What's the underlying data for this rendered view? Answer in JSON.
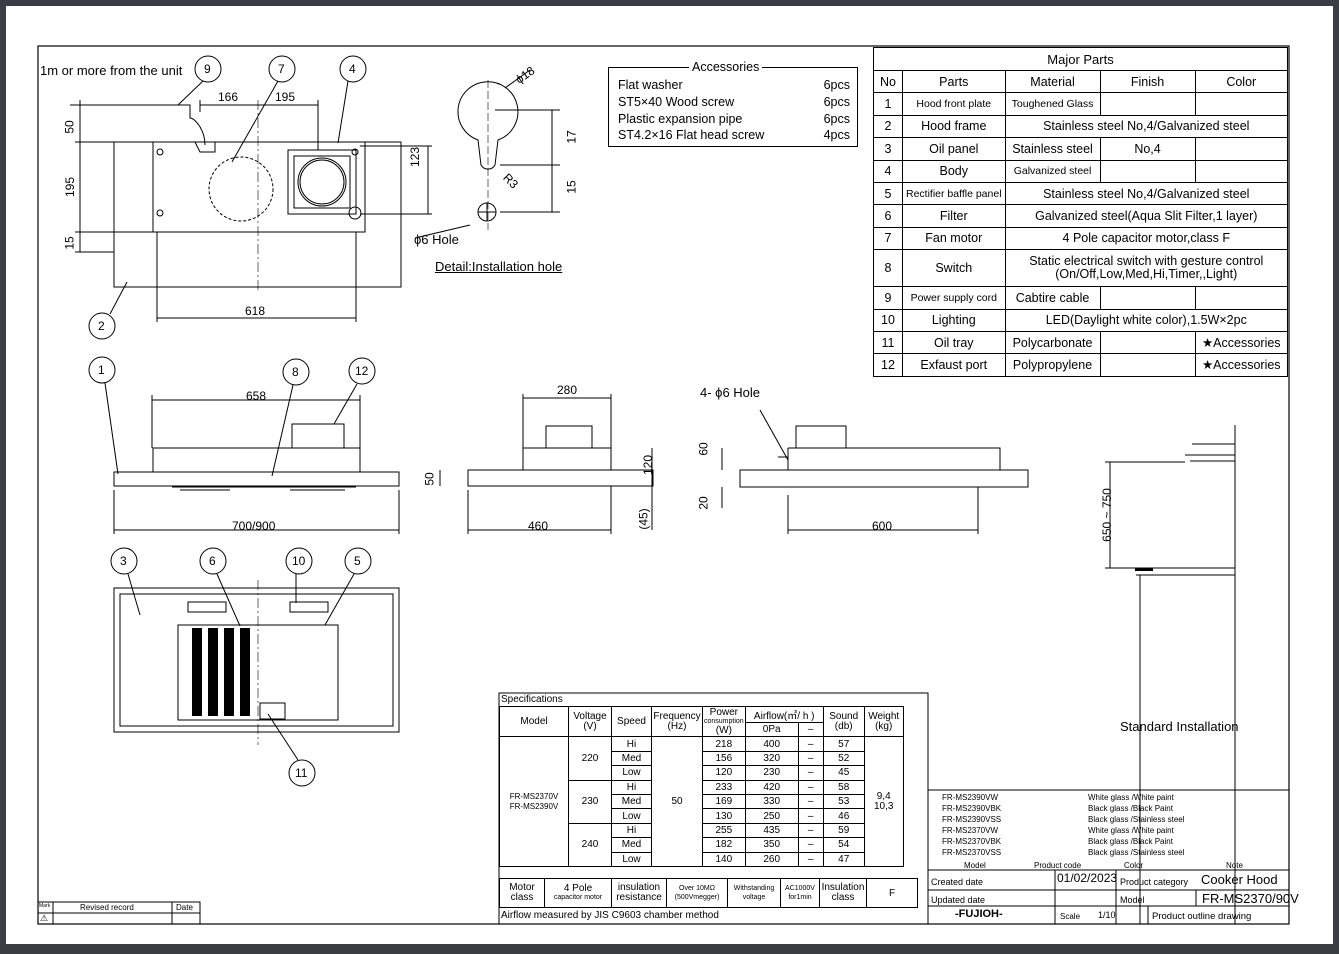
{
  "drawing": {
    "callout_distance": "1m or more from the unit",
    "dims": {
      "d166": "166",
      "d195top": "195",
      "d50": "50",
      "d195": "195",
      "d15": "15",
      "d123": "123",
      "d618": "618",
      "d658": "658",
      "d700": "700/900",
      "d280": "280",
      "d50s": "50",
      "d120": "120",
      "d45": "(45)",
      "d460": "460",
      "d60": "60",
      "d20": "20",
      "d600": "600",
      "d650": "650 ~ 750",
      "d17": "17",
      "d15b": "15",
      "phi18": "ϕ18",
      "r3": "R3",
      "hole6": "ϕ6 Hole",
      "hole4": "4- ϕ6 Hole"
    },
    "detail_label": "Detail:Installation hole",
    "standard_label": "Standard Installation",
    "callouts": [
      "1",
      "2",
      "3",
      "4",
      "5",
      "6",
      "7",
      "8",
      "9",
      "10",
      "11",
      "12"
    ]
  },
  "accessories": {
    "title": "Accessories",
    "items": [
      {
        "name": "Flat washer",
        "qty": "6pcs"
      },
      {
        "name": "ST5×40   Wood screw",
        "qty": "6pcs"
      },
      {
        "name": "Plastic expansion pipe",
        "qty": "6pcs"
      },
      {
        "name": "ST4.2×16   Flat head screw",
        "qty": "4pcs"
      }
    ]
  },
  "major_parts": {
    "title": "Major Parts",
    "headers": [
      "No",
      "Parts",
      "Material",
      "Finish",
      "Color"
    ],
    "rows": [
      {
        "no": "1",
        "part": "Hood front plate",
        "material": "Toughened Glass",
        "finish": "",
        "color": ""
      },
      {
        "no": "2",
        "part": "Hood frame",
        "span": "Stainless steel No,4/Galvanized steel"
      },
      {
        "no": "3",
        "part": "Oil panel",
        "material": "Stainless steel",
        "finish": "No,4",
        "color": ""
      },
      {
        "no": "4",
        "part": "Body",
        "material": "Galvanized steel",
        "finish": "",
        "color": ""
      },
      {
        "no": "5",
        "part": "Rectifier baffle panel",
        "span": "Stainless steel No,4/Galvanized steel"
      },
      {
        "no": "6",
        "part": "Filter",
        "span": "Galvanized steel(Aqua Slit Filter,1 layer)"
      },
      {
        "no": "7",
        "part": "Fan motor",
        "span": "4 Pole capacitor motor,class F"
      },
      {
        "no": "8",
        "part": "Switch",
        "span": "Static electrical switch with gesture control",
        "span2": "(On/Off,Low,Med,Hi,Timer,,Light)"
      },
      {
        "no": "9",
        "part": "Power supply cord",
        "material": "Cabtire cable",
        "finish": "",
        "color": ""
      },
      {
        "no": "10",
        "part": "Lighting",
        "span": "LED(Daylight white color),1.5W×2pc"
      },
      {
        "no": "11",
        "part": "Oil tray",
        "material": "Polycarbonate",
        "finish": "",
        "color": "★Accessories"
      },
      {
        "no": "12",
        "part": "Exfaust port",
        "material": "Polypropylene",
        "finish": "",
        "color": "★Accessories"
      }
    ]
  },
  "specifications": {
    "title": "Specifications",
    "headers": {
      "model": "Model",
      "voltage": "Voltage",
      "voltage_unit": "(V)",
      "speed": "Speed",
      "frequency": "Frequency",
      "frequency_unit": "(Hz)",
      "power": "Power",
      "power_sub": "consumption",
      "power_unit": "(W)",
      "airflow": "Airflow(㎥/ h )",
      "airflow_0pa": "0Pa",
      "airflow_dash": "–",
      "sound": "Sound",
      "sound_unit": "(db)",
      "weight": "Weight",
      "weight_unit": "(kg)"
    },
    "model": "FR-MS2370V",
    "model2": "FR-MS2390V",
    "frequency": "50",
    "weight": "9,4",
    "weight2": "10,3",
    "groups": [
      {
        "voltage": "220",
        "rows": [
          {
            "speed": "Hi",
            "power": "218",
            "airflow": "400",
            "dash": "–",
            "sound": "57"
          },
          {
            "speed": "Med",
            "power": "156",
            "airflow": "320",
            "dash": "–",
            "sound": "52"
          },
          {
            "speed": "Low",
            "power": "120",
            "airflow": "230",
            "dash": "–",
            "sound": "45"
          }
        ]
      },
      {
        "voltage": "230",
        "rows": [
          {
            "speed": "Hi",
            "power": "233",
            "airflow": "420",
            "dash": "–",
            "sound": "58"
          },
          {
            "speed": "Med",
            "power": "169",
            "airflow": "330",
            "dash": "–",
            "sound": "53"
          },
          {
            "speed": "Low",
            "power": "130",
            "airflow": "250",
            "dash": "–",
            "sound": "46"
          }
        ]
      },
      {
        "voltage": "240",
        "rows": [
          {
            "speed": "Hi",
            "power": "255",
            "airflow": "435",
            "dash": "–",
            "sound": "59"
          },
          {
            "speed": "Med",
            "power": "182",
            "airflow": "350",
            "dash": "–",
            "sound": "54"
          },
          {
            "speed": "Low",
            "power": "140",
            "airflow": "260",
            "dash": "–",
            "sound": "47"
          }
        ]
      }
    ],
    "footer": {
      "motor_class": "Motor",
      "motor_class2": "class",
      "motor_type": "4 Pole",
      "motor_type2": "capacitor motor",
      "insulation": "insulation",
      "insulation2": "resistance",
      "over": "Over 10MΩ",
      "over2": "(500Vmegger)",
      "withstand": "Withstanding",
      "withstand2": "voltage",
      "ac": "AC1000V",
      "ac2": "for1min",
      "ins_class": "Insulation",
      "ins_class2": "class",
      "ins_val": "F"
    },
    "note": "Airflow measured by JIS C9603 chamber method"
  },
  "title_block": {
    "variants": [
      {
        "model": "FR-MS2390VW",
        "color": "White glass /White paint"
      },
      {
        "model": "FR-MS2390VBK",
        "color": "Black glass /Black Paint"
      },
      {
        "model": "FR-MS2390VSS",
        "color": "Black glass /Stainless steel"
      },
      {
        "model": "FR-MS2370VW",
        "color": "White glass /White paint"
      },
      {
        "model": "FR-MS2370VBK",
        "color": "Black glass /Black Paint"
      },
      {
        "model": "FR-MS2370VSS",
        "color": "Black glass /Stainless steel"
      }
    ],
    "col_heads": {
      "model": "Model",
      "code": "Product code",
      "color": "Color",
      "note": "Note"
    },
    "created_label": "Created date",
    "created": "01/02/2023",
    "category_label": "Product category",
    "category": "Cooker Hood",
    "updated_label": "Updated date",
    "model_label": "Model",
    "model": "FR-MS2370/90V",
    "brand": "-FUJIOH-",
    "scale_label": "Scale",
    "scale": "1/10",
    "drawing_type": "Product outline drawing",
    "mark": "Mark",
    "revised": "Revised record",
    "date": "Date"
  }
}
